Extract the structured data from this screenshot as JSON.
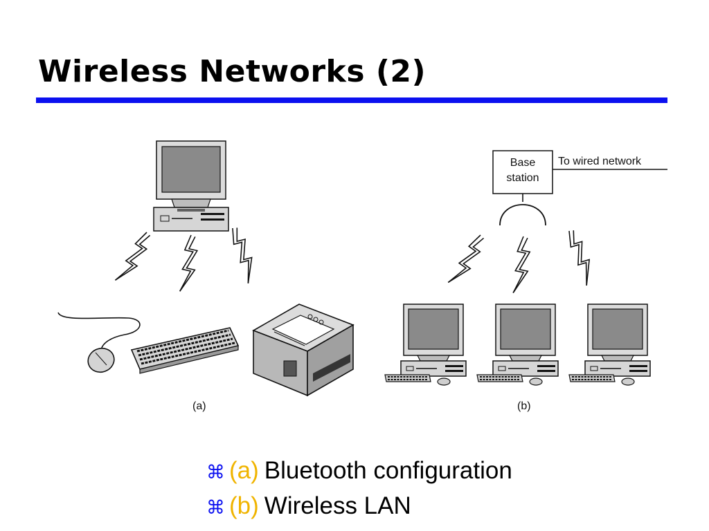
{
  "slide": {
    "title": "Wireless Networks (2)"
  },
  "figure": {
    "panel_a_caption": "(a)",
    "panel_b_caption": "(b)",
    "base_station_line1": "Base",
    "base_station_line2": "station",
    "wired_network_label": "To wired network"
  },
  "bullets": [
    {
      "icon": "command-symbol-icon",
      "glyph": "⌘",
      "tag": "(a)",
      "text": "Bluetooth configuration"
    },
    {
      "icon": "command-symbol-icon",
      "glyph": "⌘",
      "tag": "(b)",
      "text": "Wireless LAN"
    }
  ],
  "colors": {
    "rule": "#0b10f0",
    "tag": "#f0b400",
    "bullet_icon": "#0b10f0"
  }
}
